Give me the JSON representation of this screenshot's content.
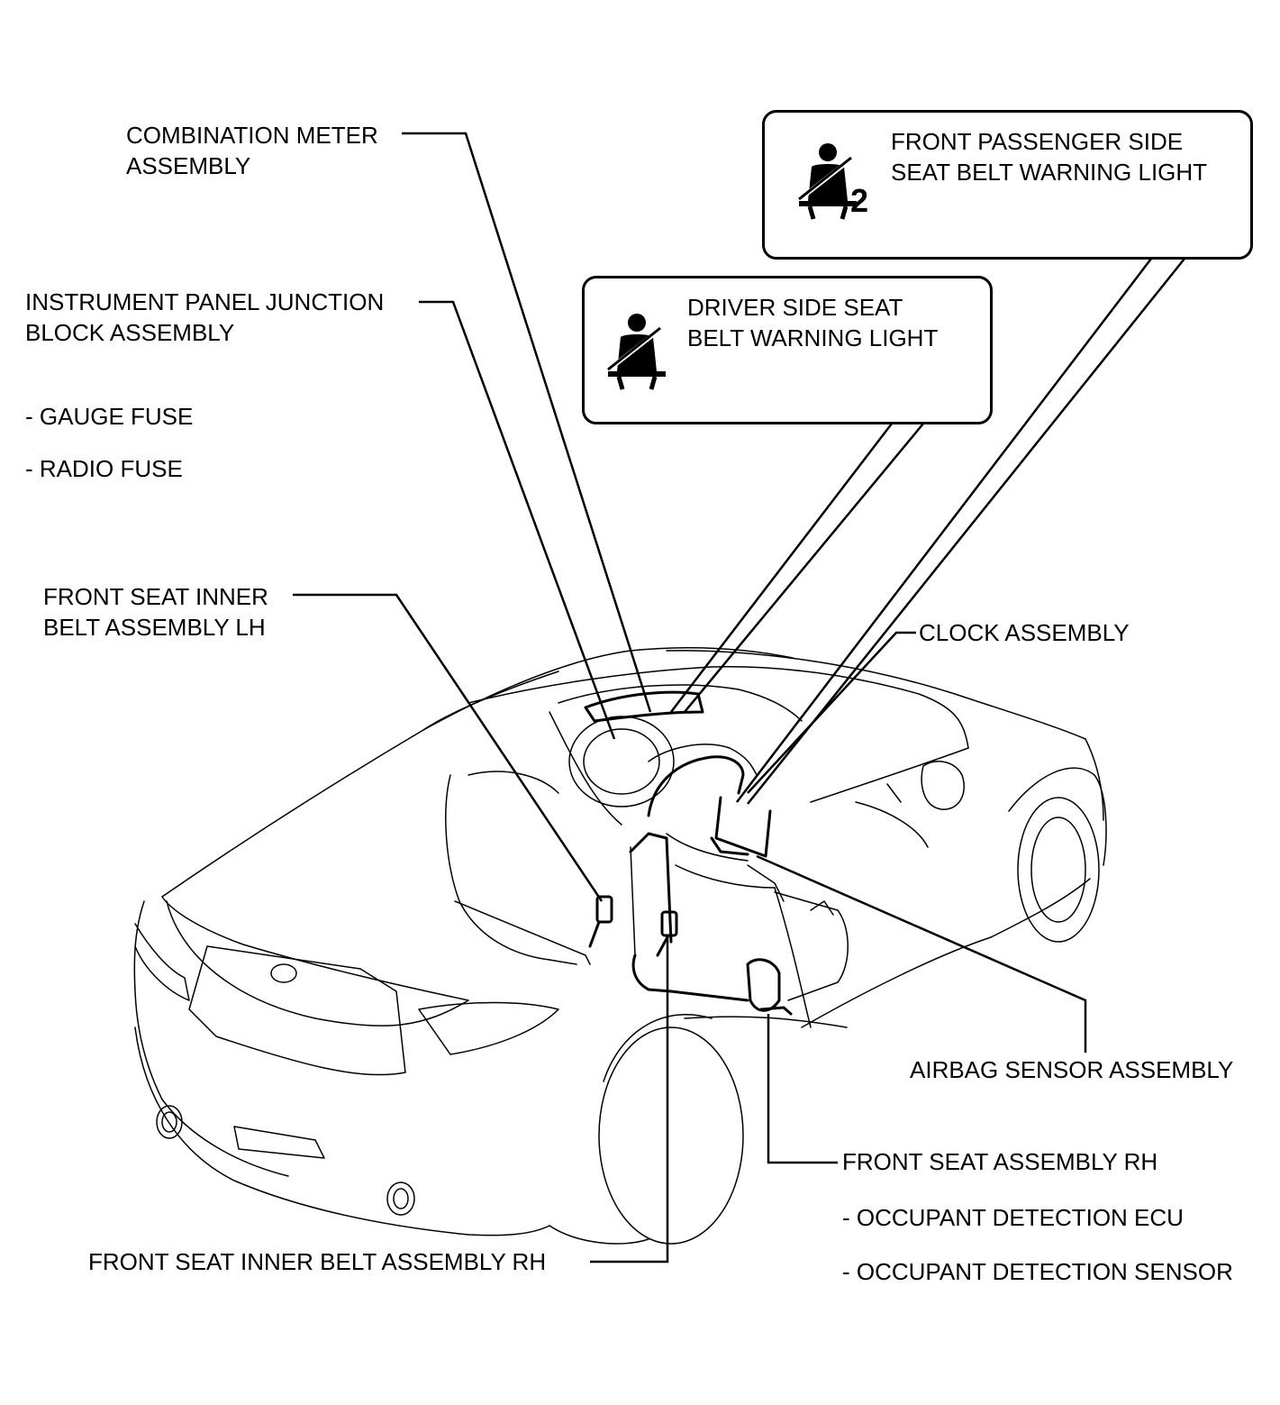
{
  "labels": {
    "combination_meter": [
      "COMBINATION METER",
      "ASSEMBLY"
    ],
    "instrument_panel_jb": [
      "INSTRUMENT PANEL JUNCTION",
      "BLOCK ASSEMBLY"
    ],
    "gauge_fuse": "- GAUGE FUSE",
    "radio_fuse": "- RADIO FUSE",
    "front_seat_inner_belt_lh": [
      "FRONT SEAT INNER",
      "BELT ASSEMBLY LH"
    ],
    "clock": "CLOCK ASSEMBLY",
    "airbag_sensor": "AIRBAG SENSOR ASSEMBLY",
    "front_seat_rh": "FRONT SEAT ASSEMBLY RH",
    "occupant_ecu": "- OCCUPANT DETECTION ECU",
    "occupant_sensor": "- OCCUPANT DETECTION SENSOR",
    "front_seat_inner_belt_rh": "FRONT SEAT INNER BELT ASSEMBLY RH"
  },
  "callouts": {
    "driver": {
      "lines": [
        "DRIVER SIDE SEAT",
        "BELT WARNING LIGHT"
      ],
      "icon": "seat-belt-warning-icon"
    },
    "passenger": {
      "lines": [
        "FRONT PASSENGER SIDE",
        "SEAT BELT WARNING LIGHT"
      ],
      "icon": "seat-belt-warning-icon",
      "icon_suffix": "2"
    }
  }
}
